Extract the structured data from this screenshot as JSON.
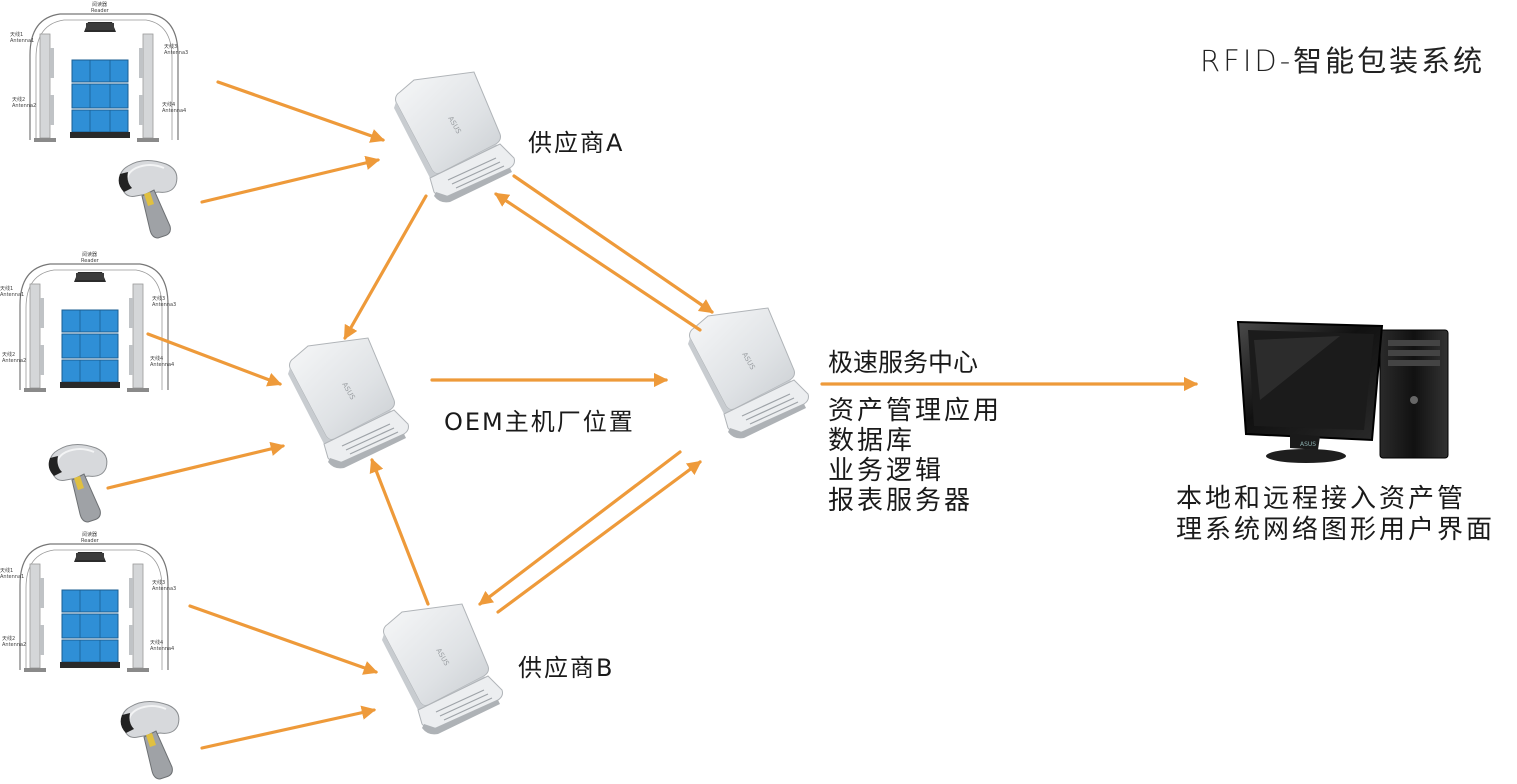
{
  "title": "RFID-智能包装系统",
  "nodes": {
    "supplier_a": "供应商A",
    "supplier_b": "供应商B",
    "oem": "OEM主机厂位置",
    "hub": {
      "title": "极速服务中心",
      "items": [
        "资产管理应用",
        "数据库",
        "业务逻辑",
        "报表服务器"
      ]
    },
    "pc": {
      "lines": [
        "本地和远程接入资产管",
        "理系统网络图形用户界面"
      ]
    }
  },
  "station_labels": {
    "reader_cn": "阅读器",
    "reader_en": "Reader",
    "antenna1_cn": "天线1",
    "antenna1_en": "Antenna1",
    "antenna2_cn": "天线2",
    "antenna2_en": "Antenna2",
    "antenna3_cn": "天线3",
    "antenna3_en": "Antenna3",
    "antenna4_cn": "天线4",
    "antenna4_en": "Antenna4"
  },
  "colors": {
    "arrow": "#ee9a3a",
    "crate_blue": "#2f8fd6",
    "laptop_body": "#e4e6e8",
    "monitor": "#1b1b1b"
  }
}
